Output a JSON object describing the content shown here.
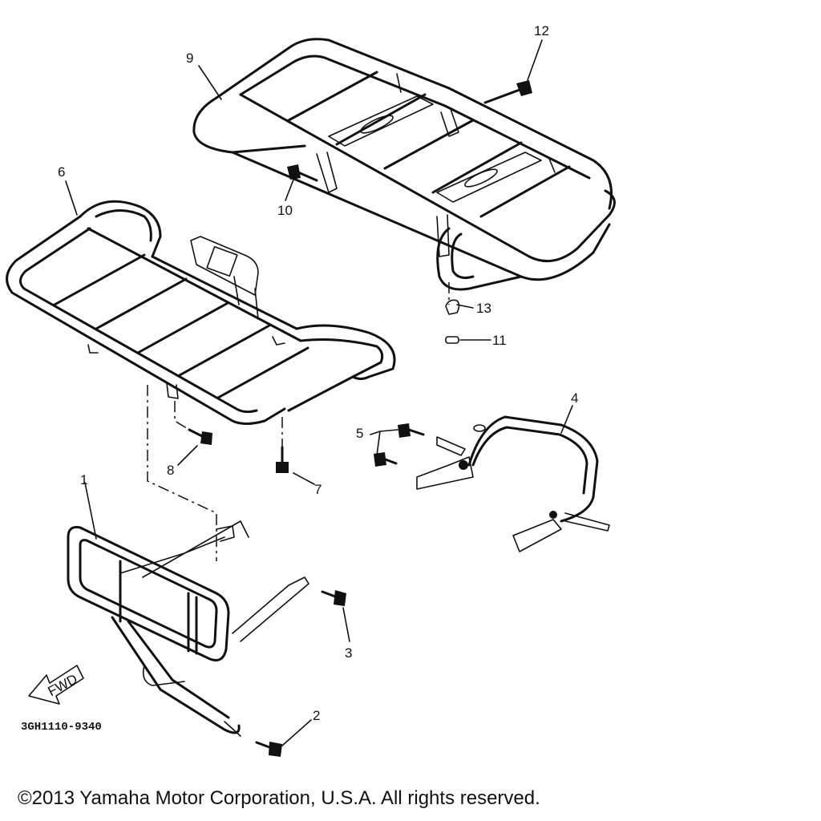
{
  "callouts": {
    "c1": "1",
    "c2": "2",
    "c3": "3",
    "c4": "4",
    "c5": "5",
    "c6": "6",
    "c7": "7",
    "c8": "8",
    "c9": "9",
    "c10": "10",
    "c11": "11",
    "c12": "12",
    "c13": "13"
  },
  "fwd_label": "FWD",
  "diagram_code": "3GH1110-9340",
  "copyright": "©2013 Yamaha Motor Corporation, U.S.A. All rights reserved."
}
